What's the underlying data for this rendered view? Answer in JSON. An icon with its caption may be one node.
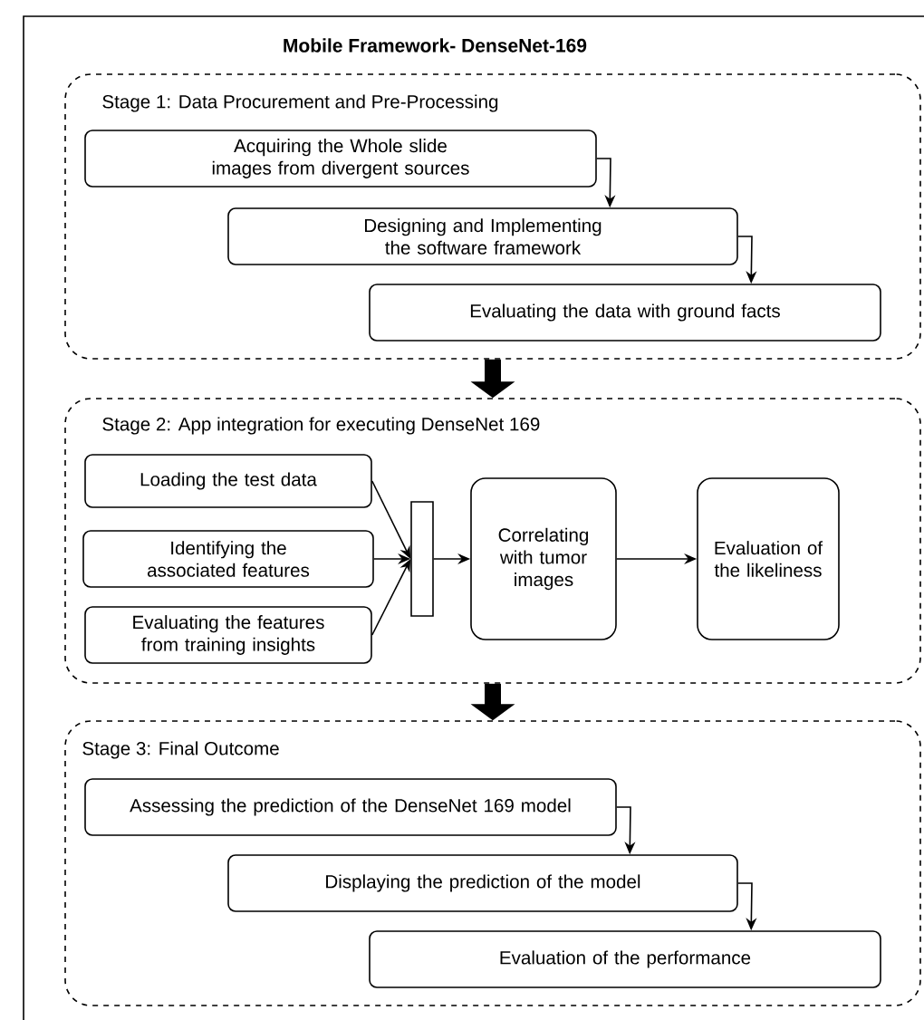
{
  "diagram": {
    "title": "Mobile Framework- DenseNet-169",
    "nodes": [
      {
        "text": [
          "Stage 1: Data Procurement and Pre-Processing"
        ]
      },
      {
        "text": [
          "Acquiring the Whole slide images from divergent sources"
        ],
        "in": 0
      },
      {
        "text": [
          "Designing and Implementing the software framework"
        ],
        "in": 0
      },
      {
        "text": [
          "Evaluating the data with ground facts"
        ],
        "in": 0
      },
      {
        "text": [
          "Stage 2: App integration for executing DenseNet 169"
        ]
      },
      {
        "text": [
          "Loading the test data"
        ],
        "in": 4
      },
      {
        "text": [
          "Identifying the associated features"
        ],
        "in": 4
      },
      {
        "text": [
          "Evaluating the features from training insights"
        ],
        "in": 4
      },
      {
        "text": [],
        "shape": "bar",
        "in": 4
      },
      {
        "text": [
          "Correlating with tumor images"
        ],
        "in": 4
      },
      {
        "text": [
          "Evaluation of the likeliness"
        ],
        "in": 4
      },
      {
        "text": [
          "Stage 3: Final Outcome"
        ]
      },
      {
        "text": [
          "Assessing the prediction of the DenseNet 169 model"
        ],
        "in": 11
      },
      {
        "text": [
          "Displaying the prediction of the model"
        ],
        "in": 11
      },
      {
        "text": [
          "Evaluation of the performance"
        ],
        "in": 11
      }
    ],
    "edges": [
      {
        "from": 1,
        "to": 2,
        "arrow": "to"
      },
      {
        "from": 2,
        "to": 3,
        "arrow": "to"
      },
      {
        "from": 0,
        "to": 4,
        "arrow": "to",
        "style": "thick"
      },
      {
        "from": 5,
        "to": 8,
        "arrow": "to"
      },
      {
        "from": 6,
        "to": 8,
        "arrow": "to"
      },
      {
        "from": 7,
        "to": 8,
        "arrow": "to"
      },
      {
        "from": 8,
        "to": 9,
        "arrow": "to"
      },
      {
        "from": 9,
        "to": 10,
        "arrow": "to"
      },
      {
        "from": 4,
        "to": 11,
        "arrow": "to",
        "style": "thick"
      },
      {
        "from": 12,
        "to": 13,
        "arrow": "to"
      },
      {
        "from": 13,
        "to": 14,
        "arrow": "to"
      }
    ]
  }
}
